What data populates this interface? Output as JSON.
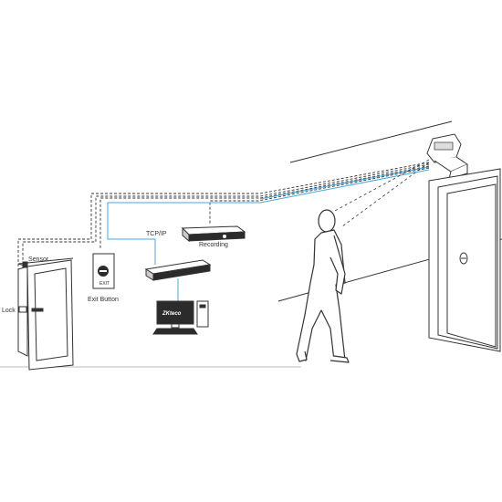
{
  "labels": {
    "sensor": "Sensor",
    "lock": "Lock",
    "exit_button": "Exit Button",
    "exit_plate": "EXIT",
    "tcp_ip": "TCP/IP",
    "recording": "Recording",
    "brand": "ZKteco"
  },
  "colors": {
    "line": "#333333",
    "network": "#4aa8d8",
    "dark_device": "#2b2b2b"
  }
}
